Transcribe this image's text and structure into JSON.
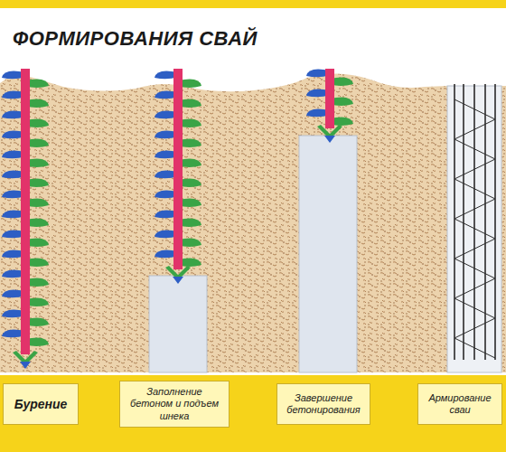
{
  "diagram": {
    "title": "ФОРМИРОВАНИЯ СВАЙ",
    "nodes": [
      {
        "text": [
          "Бурение"
        ]
      },
      {
        "text": [
          "Заполнение бетоном и подъем шнека"
        ]
      },
      {
        "text": [
          "Завершение бетонирования"
        ]
      },
      {
        "text": [
          "Армирование сваи"
        ]
      }
    ]
  }
}
